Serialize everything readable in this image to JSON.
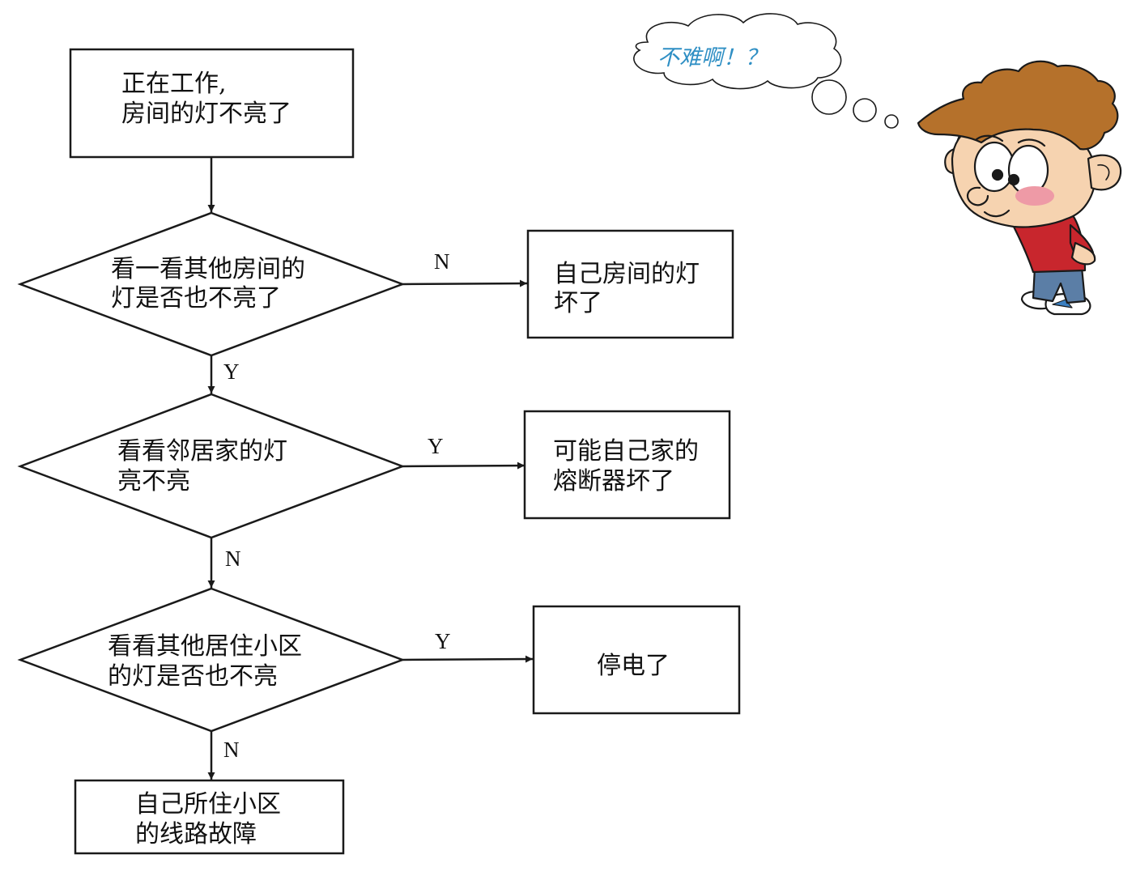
{
  "nodes": {
    "start": {
      "lines": [
        "正在工作,",
        "房间的灯不亮了"
      ]
    },
    "q1": {
      "lines": [
        "看一看其他房间的",
        "灯是否也不亮了"
      ]
    },
    "r1": {
      "lines": [
        "自己房间的灯",
        "坏了"
      ]
    },
    "q2": {
      "lines": [
        "看看邻居家的灯",
        "亮不亮"
      ]
    },
    "r2": {
      "lines": [
        "可能自己家的",
        "熔断器坏了"
      ]
    },
    "q3": {
      "lines": [
        "看看其他居住小区",
        "的灯是否也不亮"
      ]
    },
    "r3": {
      "lines": [
        "停电了"
      ]
    },
    "end": {
      "lines": [
        "自己所住小区",
        "的线路故障"
      ]
    }
  },
  "edge_labels": {
    "q1_no": "N",
    "q1_yes": "Y",
    "q2_yes": "Y",
    "q2_no": "N",
    "q3_yes": "Y",
    "q3_no": "N"
  },
  "thought_bubble": {
    "text": "不难啊！？"
  },
  "colors": {
    "stroke": "#1a1a1a",
    "thought_text": "#2f8fc4",
    "shirt": "#c8262d",
    "hair": "#b5712b",
    "skin": "#f6d3b0",
    "jeans": "#5b7ea6"
  },
  "icons": {
    "character": "cartoon-boy-scratching-head-icon"
  }
}
